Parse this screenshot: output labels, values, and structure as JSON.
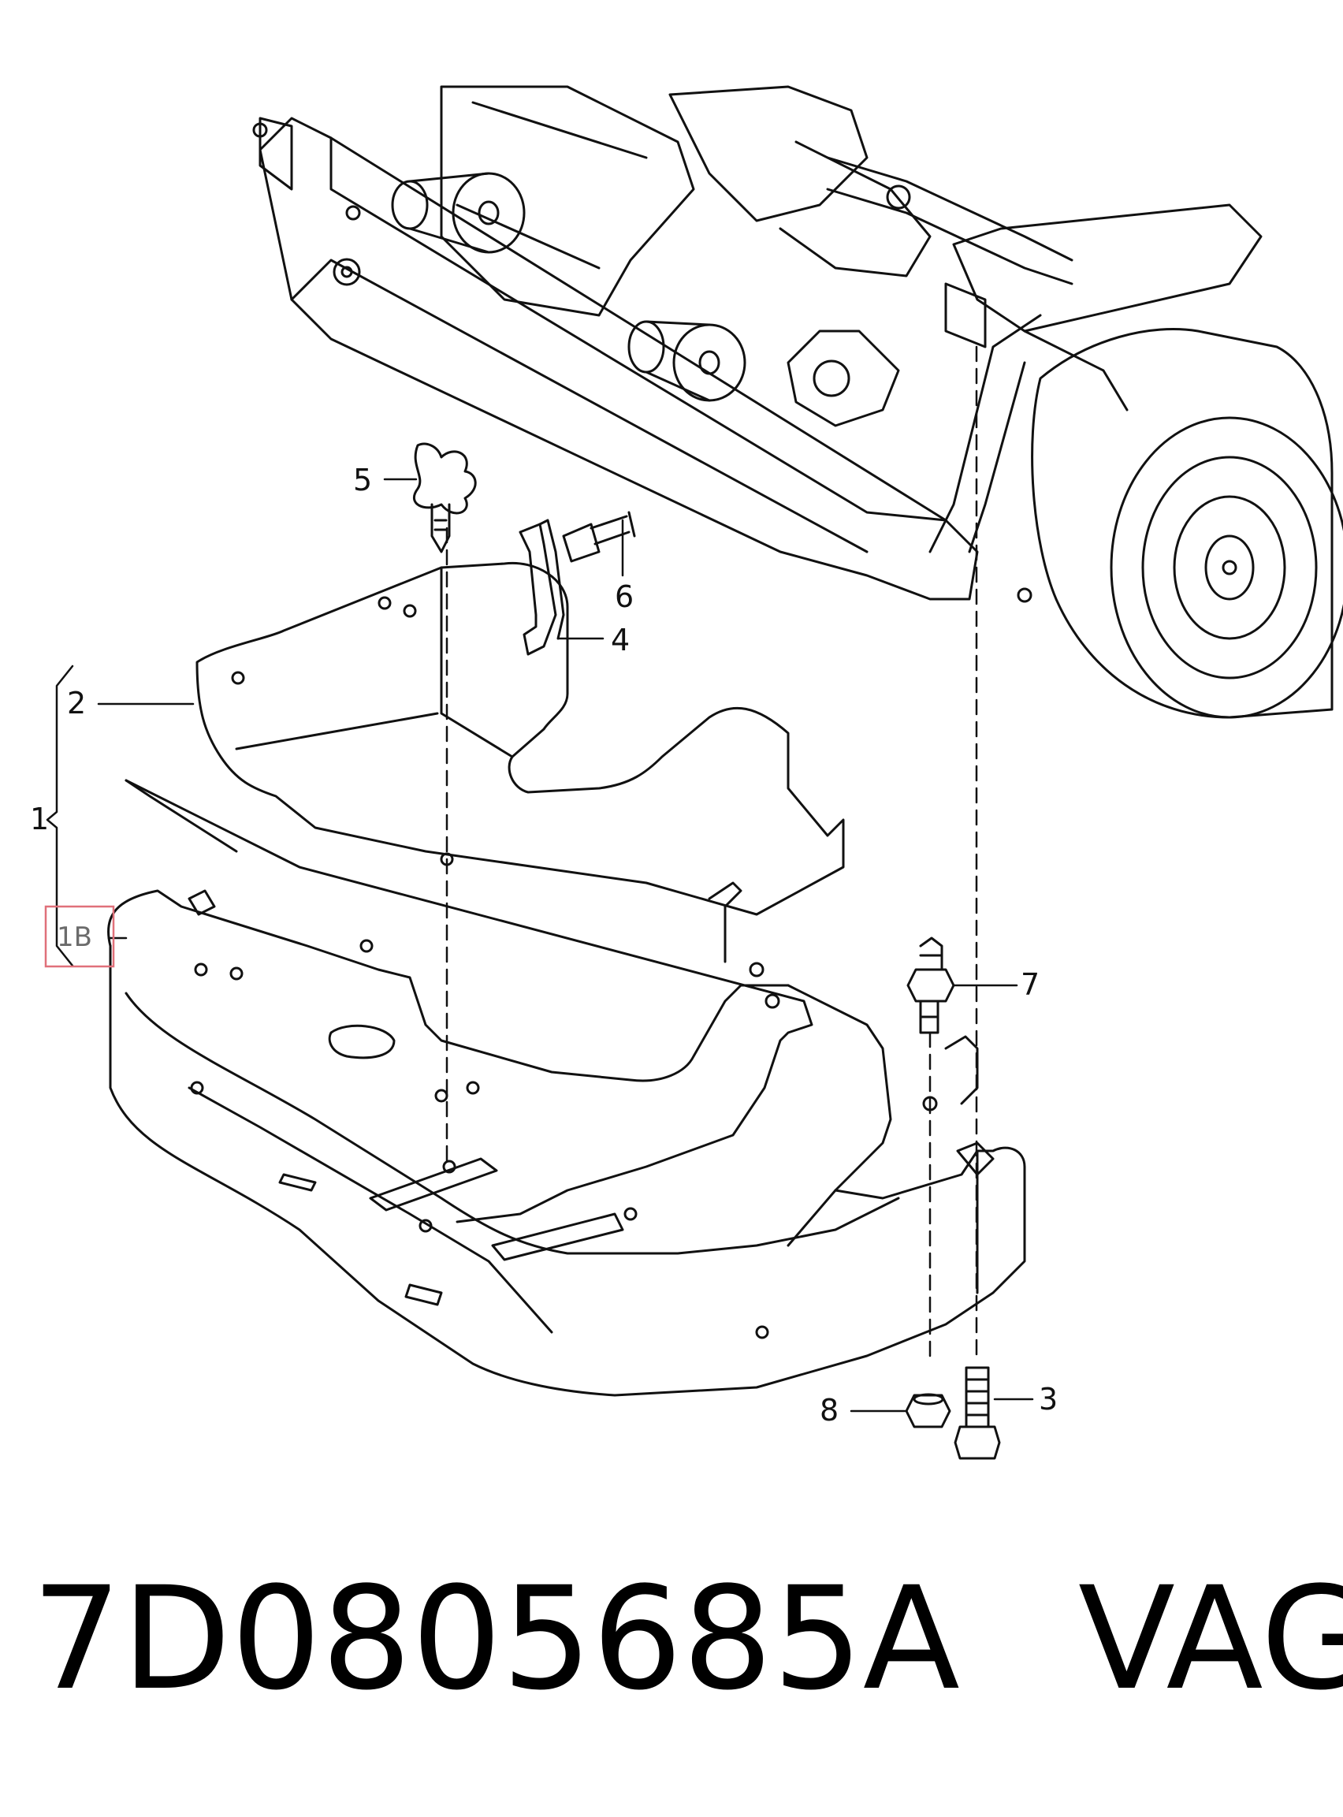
{
  "diagram": {
    "callouts": {
      "c1": "1",
      "c1b": "1B",
      "c2": "2",
      "c3": "3",
      "c4": "4",
      "c5": "5",
      "c6": "6",
      "c7": "7",
      "c8": "8"
    },
    "highlight_color": "#e0707a",
    "line_color": "#111111"
  },
  "caption": {
    "part_number": "7D0805685A",
    "brand": "VAG"
  }
}
